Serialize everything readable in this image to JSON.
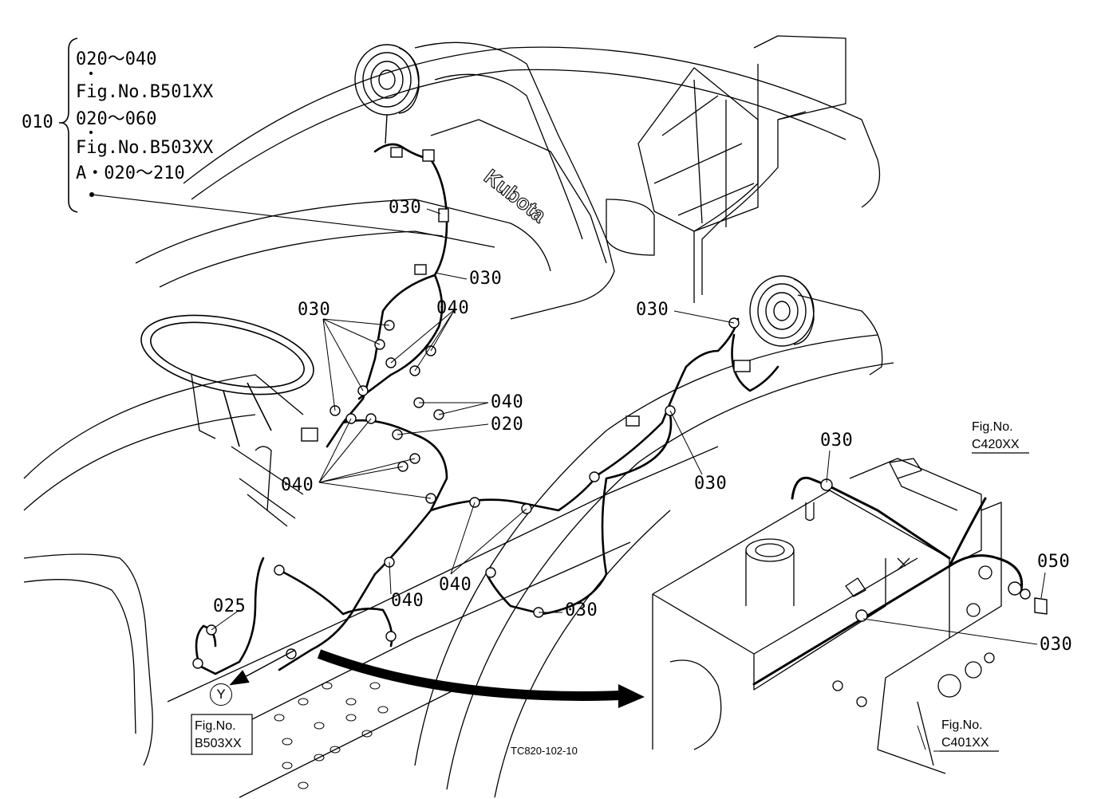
{
  "header": {
    "main_ref": "010",
    "lines": [
      "020～040",
      "Fig.No.B501XX",
      "020～060",
      "Fig.No.B503XX",
      "A・020～210"
    ]
  },
  "callouts": {
    "c030_a": "030",
    "c030_b": "030",
    "c030_c": "030",
    "c030_d": "030",
    "c030_e": "030",
    "c030_f": "030",
    "c030_g": "030",
    "c030_h": "030",
    "c040_a": "040",
    "c040_b": "040",
    "c040_c": "040",
    "c040_d": "040",
    "c040_e": "040",
    "c020": "020",
    "c025": "025",
    "c050": "050"
  },
  "figure_refs": {
    "c420_label": "Fig.No.",
    "c420_code": "C420XX",
    "c401_label": "Fig.No.",
    "c401_code": "C401XX",
    "b503_label": "Fig.No.",
    "b503_code": "B503XX"
  },
  "view_marker": "Y",
  "brand_text": "Kubota",
  "drawing_code": "TC820-102-10"
}
